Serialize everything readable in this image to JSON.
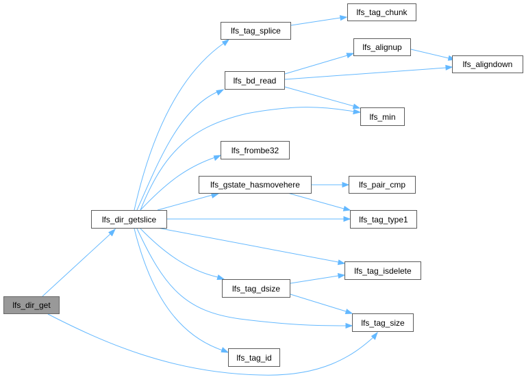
{
  "graph": {
    "edge_color": "#63b8ff",
    "root_fill": "#999999",
    "nodes": {
      "lfs_dir_get": "lfs_dir_get",
      "lfs_dir_getslice": "lfs_dir_getslice",
      "lfs_tag_splice": "lfs_tag_splice",
      "lfs_tag_chunk": "lfs_tag_chunk",
      "lfs_bd_read": "lfs_bd_read",
      "lfs_alignup": "lfs_alignup",
      "lfs_aligndown": "lfs_aligndown",
      "lfs_min": "lfs_min",
      "lfs_frombe32": "lfs_frombe32",
      "lfs_gstate_hasmovehere": "lfs_gstate_hasmovehere",
      "lfs_pair_cmp": "lfs_pair_cmp",
      "lfs_tag_type1": "lfs_tag_type1",
      "lfs_tag_isdelete": "lfs_tag_isdelete",
      "lfs_tag_dsize": "lfs_tag_dsize",
      "lfs_tag_size": "lfs_tag_size",
      "lfs_tag_id": "lfs_tag_id"
    },
    "edges": [
      [
        "lfs_dir_get",
        "lfs_dir_getslice"
      ],
      [
        "lfs_dir_get",
        "lfs_tag_size"
      ],
      [
        "lfs_dir_getslice",
        "lfs_tag_splice"
      ],
      [
        "lfs_dir_getslice",
        "lfs_bd_read"
      ],
      [
        "lfs_dir_getslice",
        "lfs_min"
      ],
      [
        "lfs_dir_getslice",
        "lfs_frombe32"
      ],
      [
        "lfs_dir_getslice",
        "lfs_gstate_hasmovehere"
      ],
      [
        "lfs_dir_getslice",
        "lfs_tag_type1"
      ],
      [
        "lfs_dir_getslice",
        "lfs_tag_isdelete"
      ],
      [
        "lfs_dir_getslice",
        "lfs_tag_dsize"
      ],
      [
        "lfs_dir_getslice",
        "lfs_tag_size"
      ],
      [
        "lfs_dir_getslice",
        "lfs_tag_id"
      ],
      [
        "lfs_tag_splice",
        "lfs_tag_chunk"
      ],
      [
        "lfs_bd_read",
        "lfs_alignup"
      ],
      [
        "lfs_bd_read",
        "lfs_aligndown"
      ],
      [
        "lfs_bd_read",
        "lfs_min"
      ],
      [
        "lfs_alignup",
        "lfs_aligndown"
      ],
      [
        "lfs_gstate_hasmovehere",
        "lfs_pair_cmp"
      ],
      [
        "lfs_gstate_hasmovehere",
        "lfs_tag_type1"
      ],
      [
        "lfs_tag_dsize",
        "lfs_tag_isdelete"
      ],
      [
        "lfs_tag_dsize",
        "lfs_tag_size"
      ]
    ]
  }
}
